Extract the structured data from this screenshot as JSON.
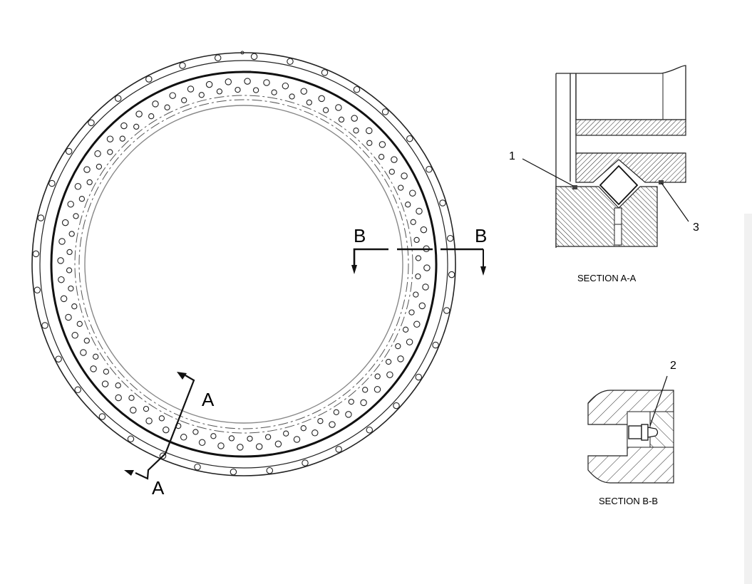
{
  "section_labels": {
    "a": "A",
    "b": "B"
  },
  "callouts": {
    "c1": "1",
    "c2": "2",
    "c3": "3"
  },
  "captions": {
    "aa": "SECTION A-A",
    "bb": "SECTION B-B"
  }
}
